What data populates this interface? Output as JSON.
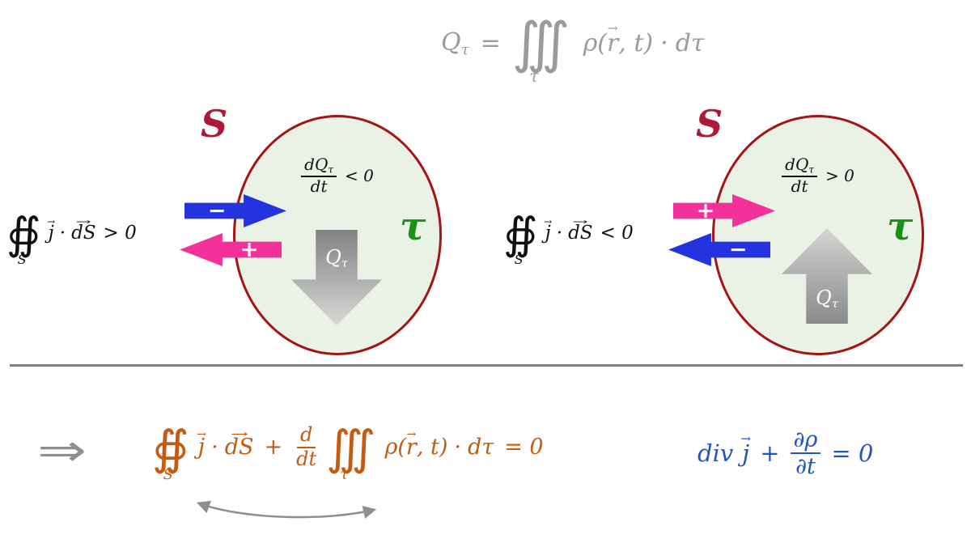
{
  "colors": {
    "circle_border": "#a31515",
    "circle_fill": "#eaf2e6",
    "surface_label": "#ad1a39",
    "tau_label": "#179117",
    "blue_arrow": "#2333e0",
    "pink_arrow": "#f4319b",
    "gray_arrow_dark": "#828282",
    "gray_arrow_light": "#d8d8d8",
    "top_formula": "#9b9b9b",
    "flux_formula": "#111111",
    "conservation_formula": "#c55a11",
    "local_formula": "#2255c4",
    "divider": "#7f7f7f",
    "implies": "#8f8f8f"
  },
  "glyphs": {
    "vec_arrow": "→",
    "surface_integral": "∯",
    "volume_integral": "∭",
    "implies": "⇒",
    "dot": "·"
  },
  "top_formula": {
    "lhs_base": "Q",
    "lhs_sub": "τ",
    "equals": "=",
    "integral_sub": "τ",
    "integrand_open": "ρ(",
    "integrand_r": "r",
    "integrand_close": ", t)",
    "dot": "·",
    "differential": "dτ"
  },
  "left_region": {
    "surface_label": "S",
    "tau_label": "τ",
    "flux_formula": {
      "integral_sub": "S",
      "j": "j",
      "dot": "·",
      "ds": "dS",
      "relation": "> 0"
    },
    "rate_formula": {
      "numerator_base": "dQ",
      "numerator_sub": "τ",
      "denominator": "dt",
      "relation": "< 0"
    },
    "charge_label_base": "Q",
    "charge_label_sub": "τ",
    "inflow_sign": "−",
    "outflow_sign": "+"
  },
  "right_region": {
    "surface_label": "S",
    "tau_label": "τ",
    "flux_formula": {
      "integral_sub": "S",
      "j": "j",
      "dot": "·",
      "ds": "dS",
      "relation": "< 0"
    },
    "rate_formula": {
      "numerator_base": "dQ",
      "numerator_sub": "τ",
      "denominator": "dt",
      "relation": "> 0"
    },
    "charge_label_base": "Q",
    "charge_label_sub": "τ",
    "inflow_sign": "+",
    "outflow_sign": "−"
  },
  "bottom": {
    "conservation": {
      "surface_integral_sub": "S",
      "j": "j",
      "dot1": "·",
      "ds": "dS",
      "plus": "+",
      "ddt_numerator": "d",
      "ddt_denominator": "dt",
      "volume_integral_sub": "τ",
      "integrand_open": "ρ(",
      "integrand_r": "r",
      "integrand_close": ", t)",
      "dot2": "·",
      "differential": "dτ",
      "rhs": "= 0"
    },
    "local": {
      "operator": "div",
      "j": "j",
      "plus": "+",
      "numerator": "∂ρ",
      "denominator": "∂t",
      "rhs": "= 0"
    }
  }
}
